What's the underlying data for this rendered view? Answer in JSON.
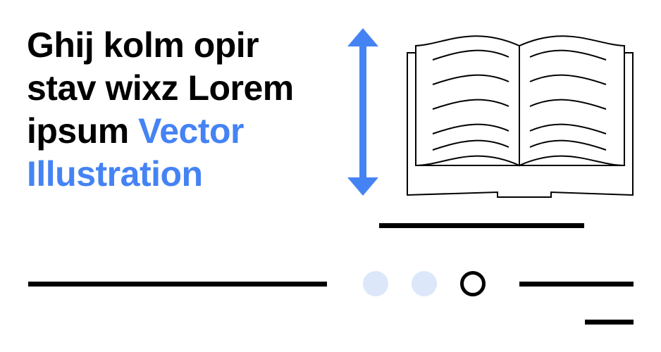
{
  "headline": {
    "line_plain": "Ghij kolm opir stav wixz Lorem ipsum",
    "line_accent": "Vector Illustration"
  },
  "icons": {
    "arrow": "vertical-double-arrow-icon",
    "book": "open-book-icon"
  },
  "colors": {
    "accent": "#4583f4",
    "dot_fill": "#dce7f9",
    "text": "#000000",
    "background": "#ffffff"
  },
  "pagination": {
    "dots": 3,
    "active_index": 2
  }
}
